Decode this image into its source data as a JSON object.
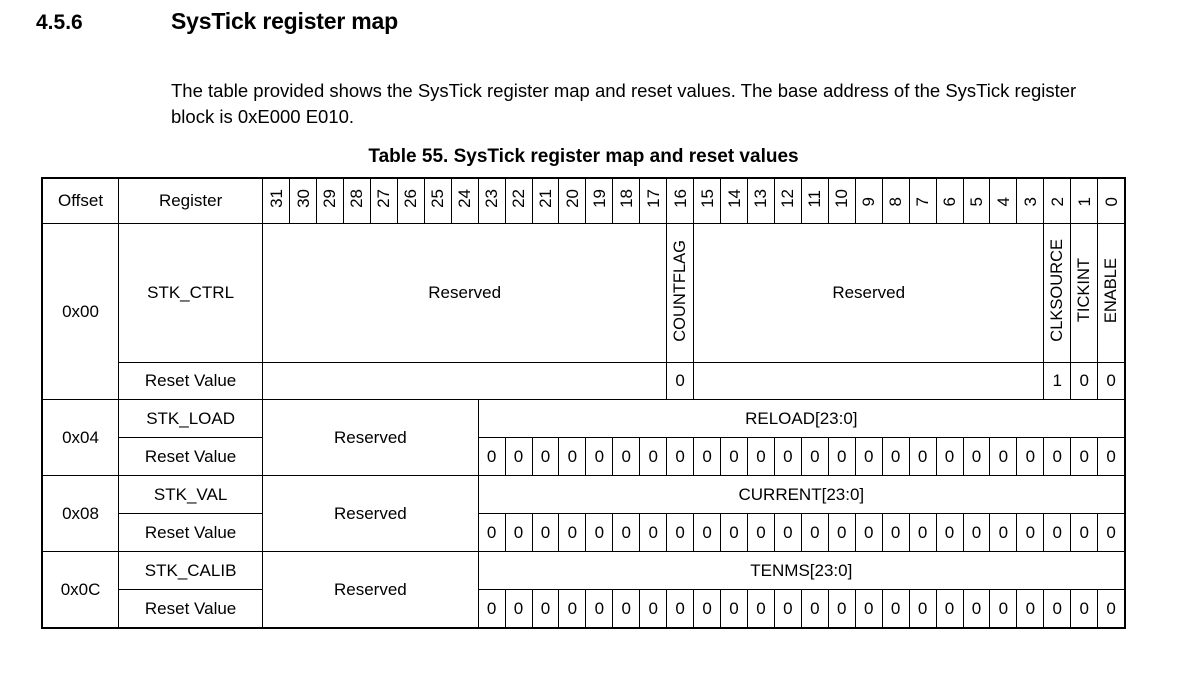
{
  "heading": {
    "number": "4.5.6",
    "title": "SysTick register map"
  },
  "intro": "The table provided shows the SysTick register map and reset values. The base address of the SysTick register block is 0xE000 E010.",
  "table": {
    "caption": "Table 55. SysTick register map and reset values",
    "headers": {
      "offset": "Offset",
      "register": "Register",
      "bits": [
        "31",
        "30",
        "29",
        "28",
        "27",
        "26",
        "25",
        "24",
        "23",
        "22",
        "21",
        "20",
        "19",
        "18",
        "17",
        "16",
        "15",
        "14",
        "13",
        "12",
        "11",
        "10",
        "9",
        "8",
        "7",
        "6",
        "5",
        "4",
        "3",
        "2",
        "1",
        "0"
      ]
    },
    "reset_value_label": "Reset Value",
    "reserved_label": "Reserved",
    "rows": [
      {
        "offset": "0x00",
        "register": "STK_CTRL",
        "fields": [
          {
            "label": "Reserved",
            "span": 15,
            "orientation": "horizontal"
          },
          {
            "label": "COUNTFLAG",
            "span": 1,
            "orientation": "vertical"
          },
          {
            "label": "Reserved",
            "span": 13,
            "orientation": "horizontal"
          },
          {
            "label": "CLKSOURCE",
            "span": 1,
            "orientation": "vertical"
          },
          {
            "label": "TICKINT",
            "span": 1,
            "orientation": "vertical"
          },
          {
            "label": "ENABLE",
            "span": 1,
            "orientation": "vertical"
          }
        ],
        "reset": [
          {
            "value": "",
            "span": 15
          },
          {
            "value": "0",
            "span": 1
          },
          {
            "value": "",
            "span": 13
          },
          {
            "value": "1",
            "span": 1
          },
          {
            "value": "0",
            "span": 1
          },
          {
            "value": "0",
            "span": 1
          }
        ]
      },
      {
        "offset": "0x04",
        "register": "STK_LOAD",
        "reserved_span": 8,
        "field_label": "RELOAD[23:0]",
        "field_span": 24,
        "reset_bits": [
          "0",
          "0",
          "0",
          "0",
          "0",
          "0",
          "0",
          "0",
          "0",
          "0",
          "0",
          "0",
          "0",
          "0",
          "0",
          "0",
          "0",
          "0",
          "0",
          "0",
          "0",
          "0",
          "0",
          "0"
        ]
      },
      {
        "offset": "0x08",
        "register": "STK_VAL",
        "reserved_span": 8,
        "field_label": "CURRENT[23:0]",
        "field_span": 24,
        "reset_bits": [
          "0",
          "0",
          "0",
          "0",
          "0",
          "0",
          "0",
          "0",
          "0",
          "0",
          "0",
          "0",
          "0",
          "0",
          "0",
          "0",
          "0",
          "0",
          "0",
          "0",
          "0",
          "0",
          "0",
          "0"
        ]
      },
      {
        "offset": "0x0C",
        "register": "STK_CALIB",
        "reserved_span": 8,
        "field_label": "TENMS[23:0]",
        "field_span": 24,
        "reset_bits": [
          "0",
          "0",
          "0",
          "0",
          "0",
          "0",
          "0",
          "0",
          "0",
          "0",
          "0",
          "0",
          "0",
          "0",
          "0",
          "0",
          "0",
          "0",
          "0",
          "0",
          "0",
          "0",
          "0",
          "0"
        ]
      }
    ]
  }
}
